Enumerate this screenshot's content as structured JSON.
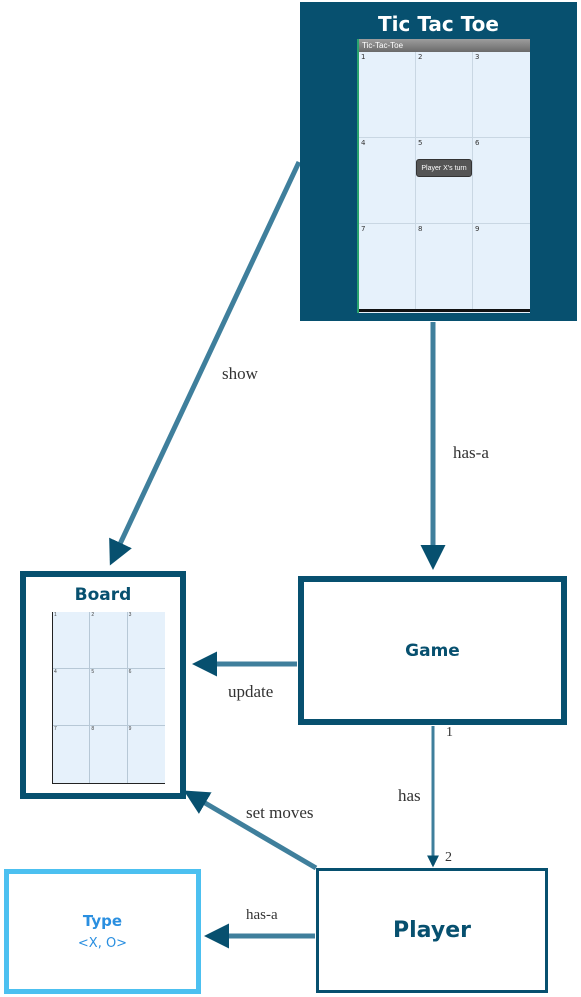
{
  "app": {
    "title": "Tic Tac Toe",
    "window_title": "Tic-Tac-Toe",
    "cells": [
      "1",
      "2",
      "3",
      "4",
      "5",
      "6",
      "7",
      "8",
      "9"
    ],
    "toast": "Player X's turn"
  },
  "board": {
    "title": "Board",
    "cells": [
      "1",
      "2",
      "3",
      "4",
      "5",
      "6",
      "7",
      "8",
      "9"
    ]
  },
  "game": {
    "title": "Game"
  },
  "player": {
    "title": "Player"
  },
  "type": {
    "title": "Type",
    "values": "<X, O>"
  },
  "edges": {
    "show": "show",
    "has_a_game": "has-a",
    "update": "update",
    "has": "has",
    "mult_one": "1",
    "mult_two": "2",
    "set_moves": "set moves",
    "has_a_type": "has-a"
  },
  "colors": {
    "primary": "#07506f",
    "edge": "#3f7f9c",
    "type_border": "#4cc0f0",
    "type_text": "#2a8fe0",
    "cell_bg": "#e6f1fb"
  }
}
